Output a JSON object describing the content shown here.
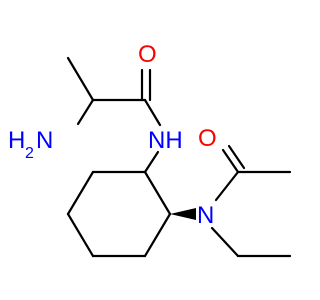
{
  "molecule": {
    "colors": {
      "bond": "#000000",
      "oxygen": "#ff0000",
      "nitrogen": "#0000ff"
    },
    "atoms": {
      "amine_h": "H",
      "amine_sub": "2",
      "amine_n": "N",
      "carbonyl_o1": "O",
      "amide_nh": "NH",
      "carbonyl_o2": "O",
      "tertiary_n": "N"
    }
  }
}
